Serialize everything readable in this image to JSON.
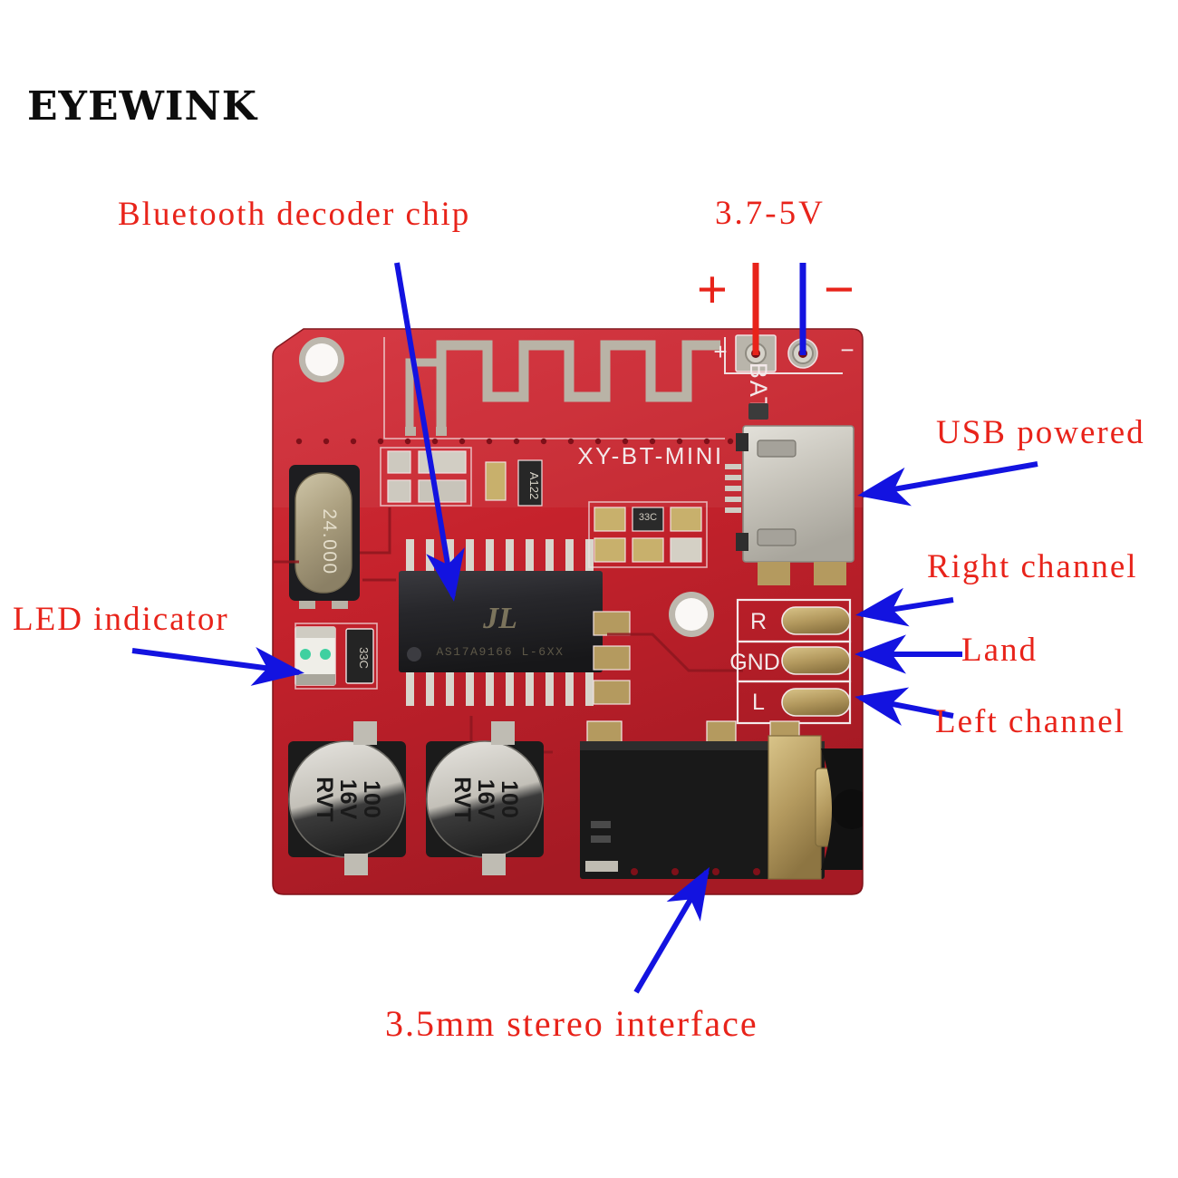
{
  "brand": {
    "name": "EYEWINK"
  },
  "colors": {
    "label_red": "#e8231a",
    "arrow_blue": "#1313e0",
    "pcb_red": "#c8232c",
    "pcb_red_dark": "#9d1822",
    "silkscreen_white": "#f3e9ea",
    "pad_gold": "#b9a372",
    "ic_black": "#26262a",
    "metal_silver": "#c9c6bd",
    "background": "#ffffff"
  },
  "callouts": [
    {
      "id": "bluetooth-decoder-chip",
      "text": "Bluetooth decoder chip",
      "arrow": "down"
    },
    {
      "id": "supply-voltage",
      "text": "3.7-5V",
      "arrow": "down"
    },
    {
      "id": "usb-powered",
      "text": "USB powered",
      "arrow": "left"
    },
    {
      "id": "right-channel",
      "text": "Right channel",
      "arrow": "left"
    },
    {
      "id": "land",
      "text": "Land",
      "arrow": "left"
    },
    {
      "id": "left-channel",
      "text": "Left channel",
      "arrow": "left"
    },
    {
      "id": "led-indicator",
      "text": "LED indicator",
      "arrow": "right"
    },
    {
      "id": "stereo-interface",
      "text": "3.5mm stereo interface",
      "arrow": "up"
    }
  ],
  "polarity": {
    "plus": "+",
    "minus": "−"
  },
  "board": {
    "part_number": "XY-BT-MINI",
    "silkscreen": {
      "battery_header": "BAT",
      "battery_plus": "+",
      "battery_minus": "−",
      "pad_right": "R",
      "pad_ground": "GND",
      "pad_left": "L"
    },
    "components": {
      "crystal": "24.000",
      "capacitor_1": {
        "line1": "100",
        "line2": "16V",
        "line3": "RVT"
      },
      "capacitor_2": {
        "line1": "100",
        "line2": "16V",
        "line3": "RVT"
      },
      "ic_logo": "JL",
      "ic_marking": "AS17A9166 L-6XX",
      "resistor_marking": "A122",
      "resistor_marking_2": "33C"
    }
  }
}
